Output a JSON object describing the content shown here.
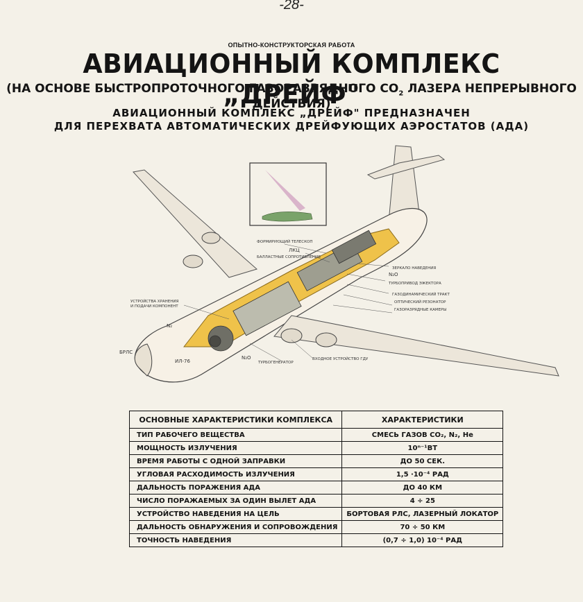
{
  "page": {
    "number": "-28-",
    "kicker": "ОПЫТНО-КОНСТРУКТОРСКАЯ РАБОТА",
    "title": "АВИАЦИОННЫЙ КОМПЛЕКС „ДРЕЙФ\"",
    "subtitle_pre": "(НА ОСНОВЕ БЫСТРОПРОТОЧНОГО ГАЗОРАЗРЯДНОГО CO",
    "subtitle_sub": "2",
    "subtitle_post": " ЛАЗЕРА НЕПРЕРЫВНОГО ДЕЙСТВИЯ)",
    "purpose_line1": "АВИАЦИОННЫЙ КОМПЛЕКС „ДРЕЙФ\" ПРЕДНАЗНАЧЕН",
    "purpose_line2": "ДЛЯ ПЕРЕХВАТА АВТОМАТИЧЕСКИХ ДРЕЙФУЮЩИХ АЭРОСТАТОВ (АДА)"
  },
  "diagram": {
    "labels": {
      "forming_telescope": "ФОРМИРУЮЩИЙ ТЕЛЕСКОП",
      "lkc": "ЛКЦ",
      "ballast": "БАЛЛАСТНЫЕ СОПРОТИВЛЕНИЯ",
      "mirror": "ЗЕРКАЛО НАВЕДЕНИЯ",
      "turbo_ejector": "ТУРБОПРИВОД ЭЖЕКТОРА",
      "gas_path": "ГАЗОДИНАМИЧЕСКИЙ ТРАКТ",
      "optical_resonator": "ОПТИЧЕСКИЙ РЕЗОНАТОР",
      "discharge_chambers": "ГАЗОРАЗРЯДНЫЕ КАМЕРЫ",
      "storage_line1": "УСТРОЙСТВА ХРАНЕНИЯ",
      "storage_line2": "И ПОДАЧИ КОМПОНЕНТ",
      "n2": "N₂",
      "n2o": "N₂O",
      "brls": "БРЛС",
      "aircraft": "ИЛ-76",
      "turbogenerator": "ТУРБОГЕНЕРАТОР",
      "intake": "ВХОДНОЕ УСТРОЙСТВО ГДУ"
    }
  },
  "specs": {
    "headers": [
      "ОСНОВНЫЕ ХАРАКТЕРИСТИКИ КОМПЛЕКСА",
      "ХАРАКТЕРИСТИКИ"
    ],
    "rows": [
      {
        "name": "ТИП РАБОЧЕГО ВЕЩЕСТВА",
        "value": "СМЕСЬ ГАЗОВ CO₂, N₂, He"
      },
      {
        "name": "МОЩНОСТЬ ИЗЛУЧЕНИЯ",
        "value": "10ⁿ⁻¹ВТ"
      },
      {
        "name": "ВРЕМЯ РАБОТЫ С ОДНОЙ ЗАПРАВКИ",
        "value": "ДО 50 СЕК."
      },
      {
        "name": "УГЛОВАЯ РАСХОДИМОСТЬ ИЗЛУЧЕНИЯ",
        "value": "1,5 ·10⁻⁴ РАД"
      },
      {
        "name": "ДАЛЬНОСТЬ ПОРАЖЕНИЯ АДА",
        "value": "ДО 40 КМ"
      },
      {
        "name": "ЧИСЛО ПОРАЖАЕМЫХ ЗА ОДИН ВЫЛЕТ АДА",
        "value": "4 ÷ 25"
      },
      {
        "name": "УСТРОЙСТВО НАВЕДЕНИЯ НА ЦЕЛЬ",
        "value": "БОРТОВАЯ РЛС, ЛАЗЕРНЫЙ ЛОКАТОР"
      },
      {
        "name": "ДАЛЬНОСТЬ ОБНАРУЖЕНИЯ И СОПРОВОЖДЕНИЯ",
        "value": "70 ÷ 50 КМ"
      },
      {
        "name": "ТОЧНОСТЬ НАВЕДЕНИЯ",
        "value": "(0,7 ÷ 1,0) 10⁻⁴ РАД"
      }
    ]
  },
  "colors": {
    "paper": "#f4f1e8",
    "laser_yellow": "#efc24a",
    "fuselage": "#f7f1e6",
    "ink": "#141414"
  }
}
